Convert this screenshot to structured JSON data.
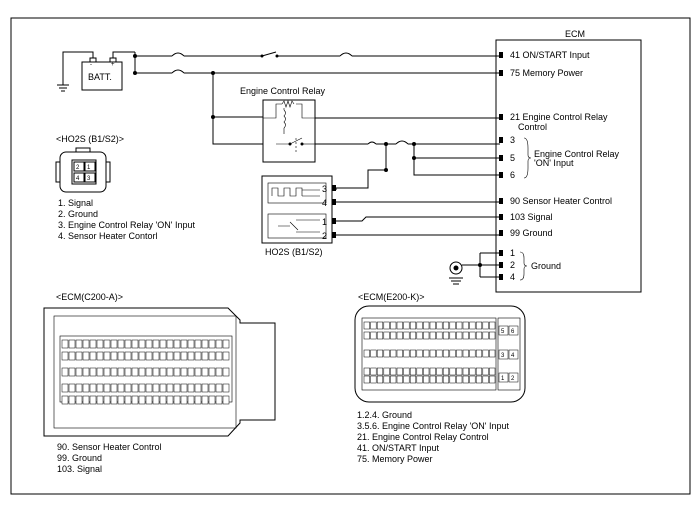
{
  "ecm": {
    "title": "ECM",
    "pins": [
      {
        "label": "41 ON/START Input"
      },
      {
        "label": "75 Memory Power"
      },
      {
        "label": "21 Engine Control Relay"
      },
      {
        "label": "Control"
      },
      {
        "label": "3"
      },
      {
        "label": "5"
      },
      {
        "label": "6"
      },
      {
        "label": "Engine Control Relay"
      },
      {
        "label": "'ON' Input"
      },
      {
        "label": "90 Sensor Heater Control"
      },
      {
        "label": "103 Signal"
      },
      {
        "label": "99 Ground"
      },
      {
        "label": "1"
      },
      {
        "label": "2"
      },
      {
        "label": "4"
      },
      {
        "label": "Ground"
      }
    ]
  },
  "battery": {
    "label": "BATT."
  },
  "relay": {
    "label": "Engine Control Relay"
  },
  "sensor": {
    "label": "HO2S (B1/S2)",
    "pins": [
      "3",
      "4",
      "1",
      "2"
    ]
  },
  "ho2s_connector": {
    "title": "<HO2S (B1/S2)>",
    "pin_numbers": [
      "2",
      "1",
      "4",
      "3"
    ],
    "legend": [
      "1. Signal",
      "2. Ground",
      "3. Engine Control Relay 'ON' Input",
      "4. Sensor Heater Contorl"
    ]
  },
  "ecm_c200a": {
    "title": "<ECM(C200-A)>",
    "legend": [
      "90. Sensor Heater Control",
      "99. Ground",
      "103. Signal"
    ]
  },
  "ecm_e200k": {
    "title": "<ECM(E200-K)>",
    "side_pins": [
      "5",
      "6",
      "3",
      "4",
      "1",
      "2"
    ],
    "legend": [
      "1.2.4. Ground",
      "3.5.6. Engine Control Relay 'ON' Input",
      "21. Engine Control Relay Control",
      "41. ON/START Input",
      "75. Memory Power"
    ]
  }
}
